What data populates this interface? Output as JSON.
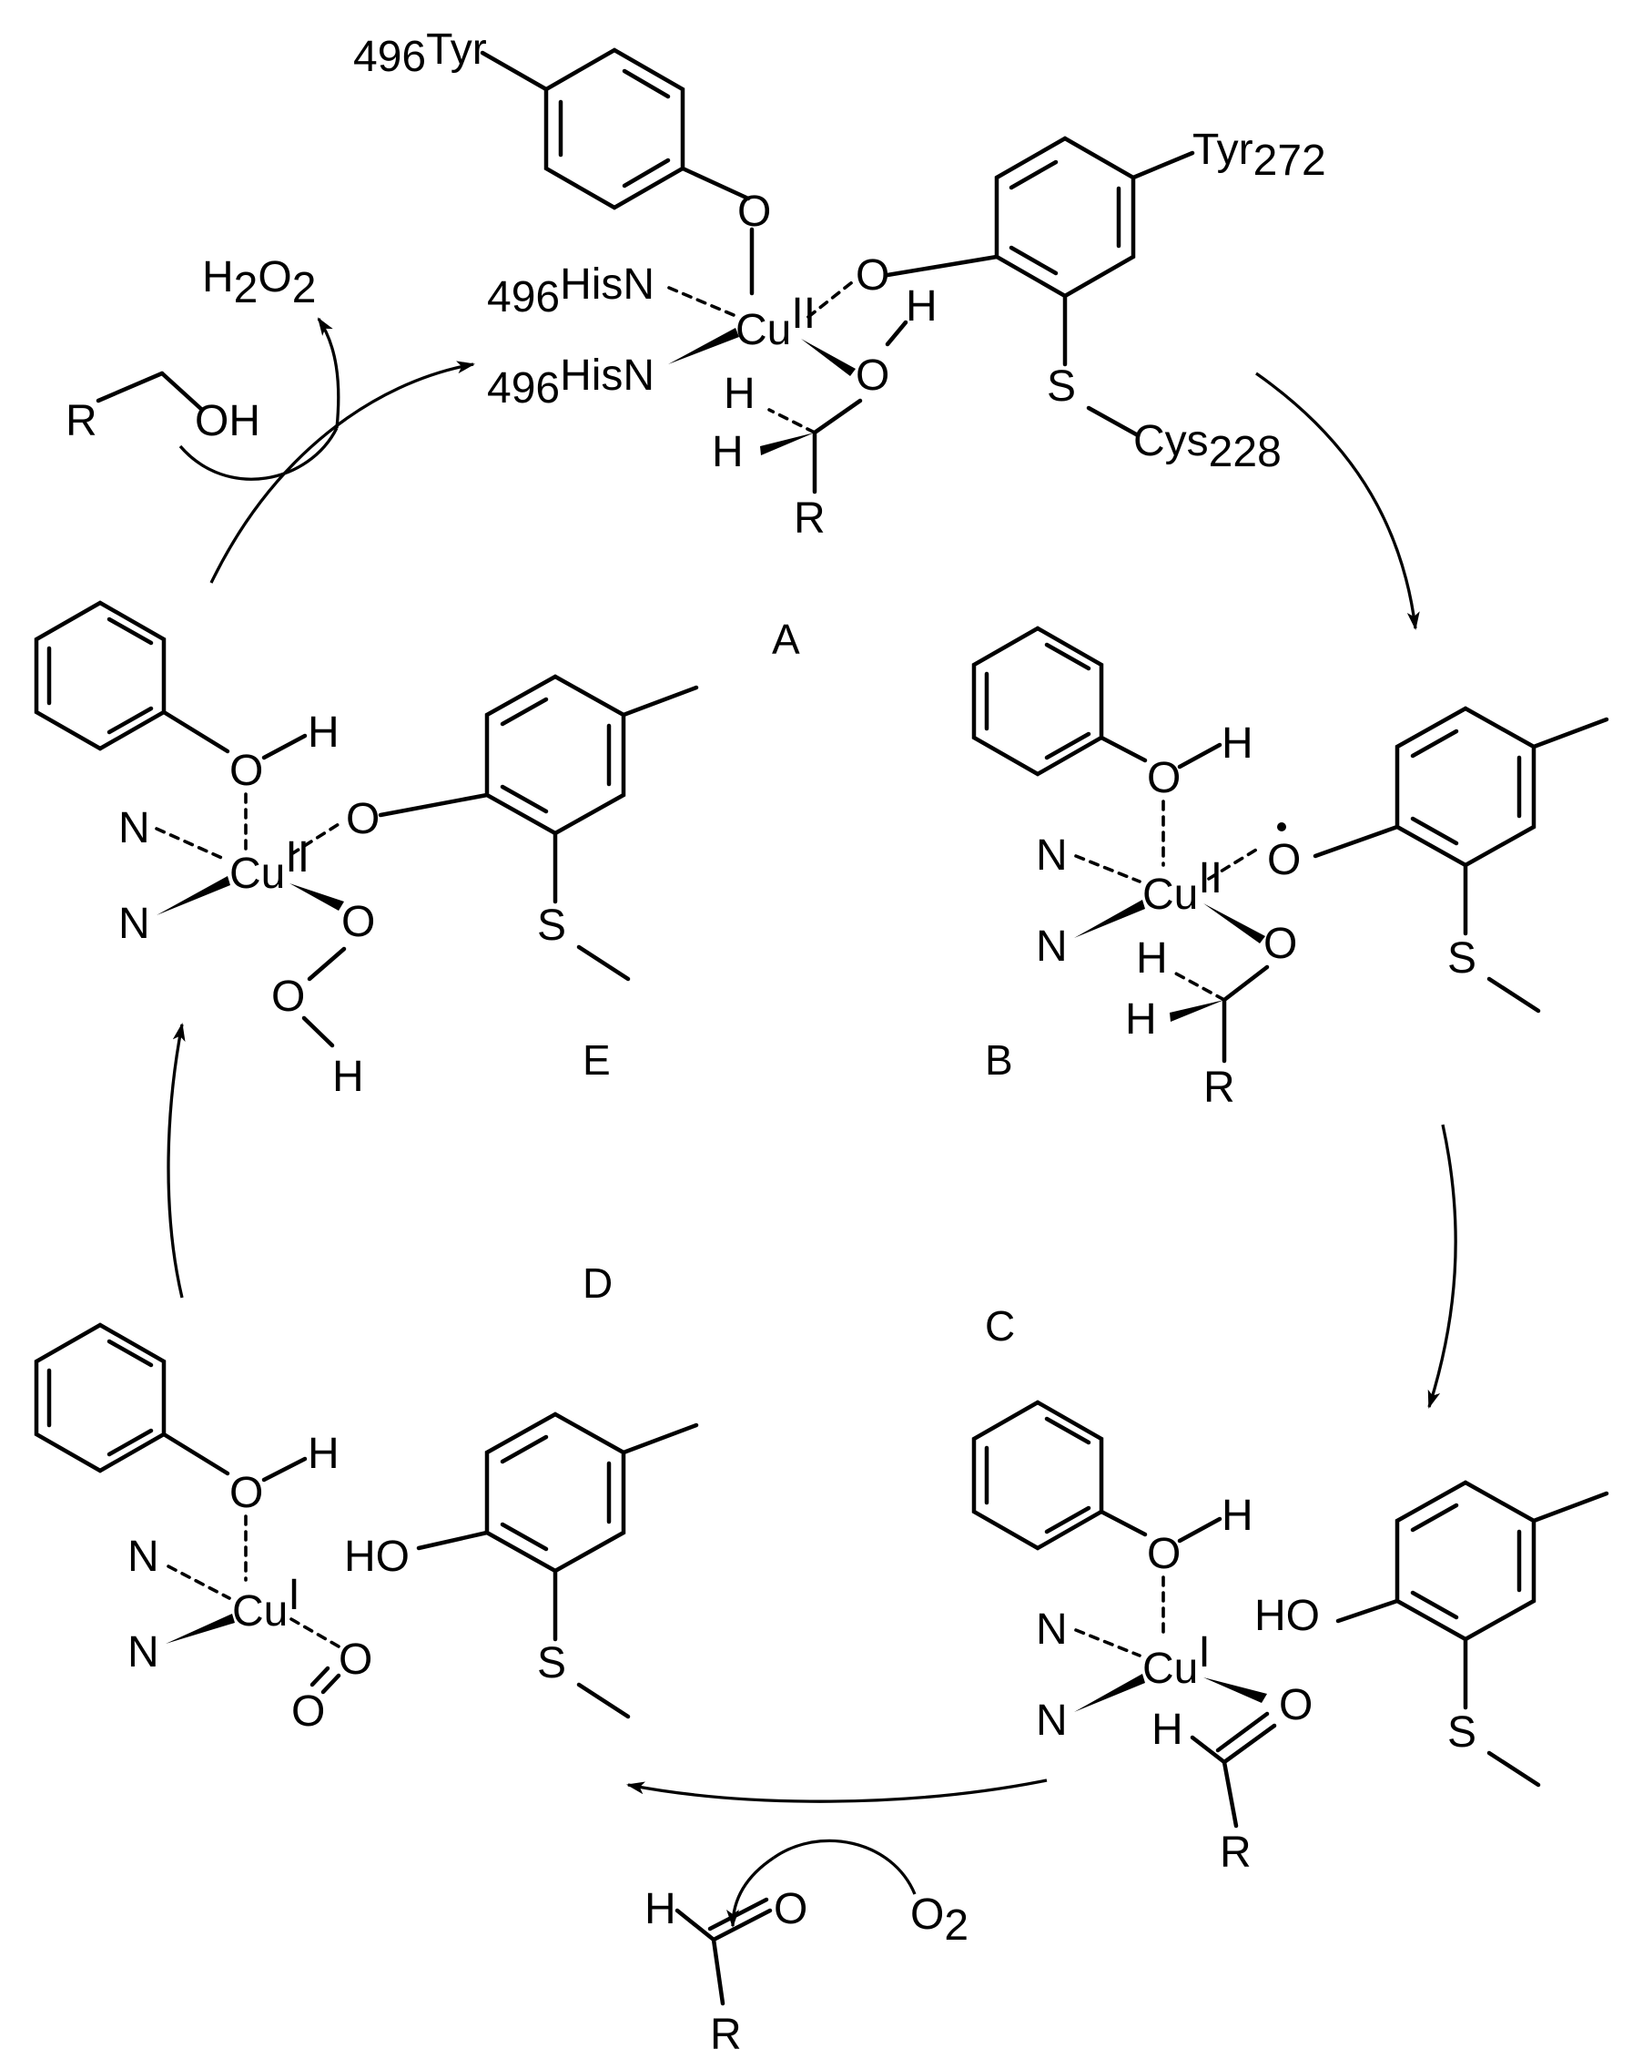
{
  "figure": {
    "stage_labels": {
      "A": "A",
      "B": "B",
      "C": "C",
      "D": "D",
      "E": "E"
    },
    "outer": {
      "R_OH": {
        "R": "R",
        "OH": "OH"
      },
      "H2O2": {
        "H": "H",
        "sub2a": "2",
        "O": "O",
        "sub2b": "2"
      },
      "O2": {
        "O": "O",
        "sub": "2"
      },
      "aldehyde": {
        "H": "H",
        "O": "O",
        "R": "R"
      }
    },
    "complex_A": {
      "tyr496": {
        "num": "496",
        "name": "Tyr"
      },
      "tyr272": {
        "name": "Tyr",
        "num": "272"
      },
      "cys228": {
        "name": "Cys",
        "num": "228"
      },
      "his1": {
        "num": "496",
        "name": "HisN"
      },
      "his2": {
        "num": "496",
        "name": "HisN"
      },
      "cu": "Cu",
      "ox": "II",
      "o_tyr": "O",
      "o_phenol": "O",
      "o_sub": "O",
      "h_oh": "H",
      "s": "S",
      "h1": "H",
      "h2": "H",
      "r": "R"
    },
    "complex_B": {
      "n1": "N",
      "n2": "N",
      "cu": "Cu",
      "ox": "II",
      "o_phenol": "O",
      "h_phenol": "H",
      "o_rad": "O",
      "o_sub": "O",
      "s": "S",
      "h1": "H",
      "h2": "H",
      "r": "R"
    },
    "complex_C": {
      "n1": "N",
      "n2": "N",
      "cu": "Cu",
      "ox": "I",
      "o_phenol": "O",
      "h_phenol": "H",
      "ho": "HO",
      "o_ald": "O",
      "s": "S",
      "h_ald": "H",
      "r": "R"
    },
    "complex_D": {
      "n1": "N",
      "n2": "N",
      "cu": "Cu",
      "ox": "I",
      "o_phenol": "O",
      "h_phenol": "H",
      "ho": "HO",
      "o2a": "O",
      "o2b": "O",
      "s": "S"
    },
    "complex_E": {
      "n1": "N",
      "n2": "N",
      "cu": "Cu",
      "ox": "II",
      "o_phenol": "O",
      "h_phenol": "H",
      "o_aryl": "O",
      "o_per1": "O",
      "o_per2": "O",
      "h_per": "H",
      "s": "S"
    }
  }
}
